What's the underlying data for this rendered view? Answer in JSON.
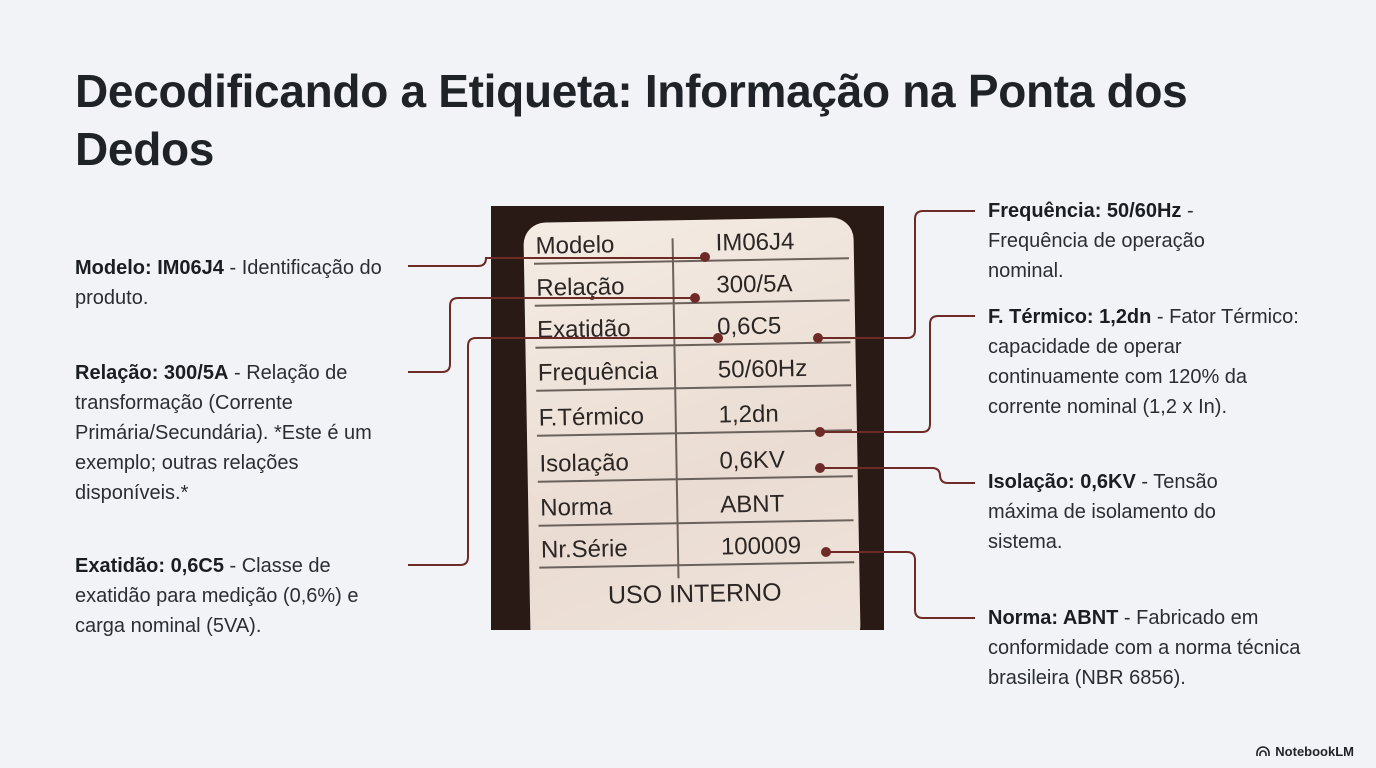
{
  "title": "Decodificando a Etiqueta: Informação na Ponta dos Dedos",
  "label": {
    "rows": [
      {
        "key": "Modelo",
        "value": "IM06J4"
      },
      {
        "key": "Relação",
        "value": "300/5A"
      },
      {
        "key": "Exatidão",
        "value": "0,6C5"
      },
      {
        "key": "Frequência",
        "value": "50/60Hz"
      },
      {
        "key": "F.Térmico",
        "value": "1,2dn"
      },
      {
        "key": "Isolação",
        "value": "0,6KV"
      },
      {
        "key": "Norma",
        "value": "ABNT"
      },
      {
        "key": "Nr.Série",
        "value": "100009"
      }
    ],
    "footer": "USO INTERNO"
  },
  "left_notes": [
    {
      "bold": "Modelo: IM06J4",
      "text": " - Identificação do produto."
    },
    {
      "bold": "Relação: 300/5A",
      "text": " - Relação de transformação (Corrente Primária/Secundária). *Este é um exemplo; outras relações disponíveis.*"
    },
    {
      "bold": "Exatidão: 0,6C5",
      "text": " - Classe de exatidão para medição (0,6%) e carga nominal (5VA)."
    }
  ],
  "right_notes": [
    {
      "bold": "Frequência: 50/60Hz",
      "text": " - Frequência de operação nominal."
    },
    {
      "bold": "F. Térmico: 1,2dn",
      "text": " - Fator Térmico: capacidade de operar continuamente com 120% da corrente nominal (1,2 x In)."
    },
    {
      "bold": "Isolação: 0,6KV",
      "text": " - Tensão máxima de isolamento do sistema."
    },
    {
      "bold": "Norma: ABNT",
      "text": " - Fabricado em conformidade com a norma técnica brasileira (NBR 6856)."
    }
  ],
  "brand": "NotebookLM",
  "colors": {
    "leader_line": "#6e2a26",
    "background": "#f1f3f6"
  }
}
